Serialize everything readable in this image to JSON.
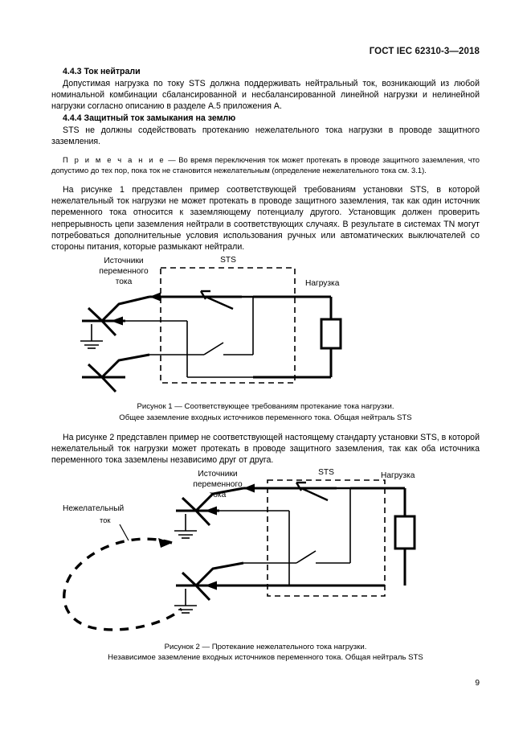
{
  "document": {
    "header_title": "ГОСТ IEC 62310-3—2018",
    "page_number": "9"
  },
  "sections": [
    {
      "id": "4.4.3",
      "heading": "4.4.3 Ток нейтрали",
      "paragraph": "Допустимая нагрузка по току STS должна поддерживать нейтральный ток, возникающий из любой номинальной комбинации сбалансированной и несбалансированной линейной нагрузки и нелинейной нагрузки согласно описанию в разделе А.5 приложения А."
    },
    {
      "id": "4.4.4",
      "heading": "4.4.4 Защитный ток замыкания на землю",
      "paragraph": "STS не должны содействовать протеканию нежелательного тока нагрузки в проводе защитного заземления."
    }
  ],
  "note": {
    "label": "П р и м е ч а н и е",
    "dash": " — ",
    "text": "Во время переключения ток может протекать в проводе защитного заземления, что допустимо до тех пор, пока ток не становится нежелательным (определение нежелательного тока см. 3.1)."
  },
  "paragraphs": {
    "before_figure1": "На рисунке 1 представлен пример соответствующей требованиям установки STS, в которой нежелательный ток нагрузки не может протекать в проводе защитного заземления, так как один источник переменного тока относится к заземляющему потенциалу другого. Установщик должен проверить непрерывность цепи заземления нейтрали в соответствующих случаях. В результате в системах TN могут потребоваться дополнительные условия использования ручных или автоматических выключателей со стороны питания, которые размыкают нейтрали.",
    "before_figure2": "На рисунке 2 представлен пример не соответствующей настоящему стандарту установки STS, в которой нежелательный ток нагрузки может протекать в проводе защитного заземления, так как оба источника переменного тока заземлены независимо друг от друга."
  },
  "figure1": {
    "labels": {
      "sources": "Источники\nпеременного\nтока",
      "sources_line1": "Источники",
      "sources_line2": "переменного",
      "sources_line3": "тока",
      "sts": "STS",
      "load": "Нагрузка"
    },
    "caption_line1": "Рисунок 1 — Соответствующее требованиям протекание тока нагрузки.",
    "caption_line2": "Общее заземление входных источников переменного тока. Общая нейтраль STS"
  },
  "figure2": {
    "labels": {
      "sources_line1": "Источники",
      "sources_line2": "переменного",
      "sources_line3": "тока",
      "sts": "STS",
      "load": "Нагрузка",
      "unwanted_line1": "Нежелательный",
      "unwanted_line2": "ток"
    },
    "caption_line1": "Рисунок 2 — Протекание нежелательного тока нагрузки.",
    "caption_line2": "Независимое заземление входных источников переменного тока. Общая нейтраль STS"
  },
  "colors": {
    "ink": "#000000",
    "paper": "#ffffff"
  }
}
